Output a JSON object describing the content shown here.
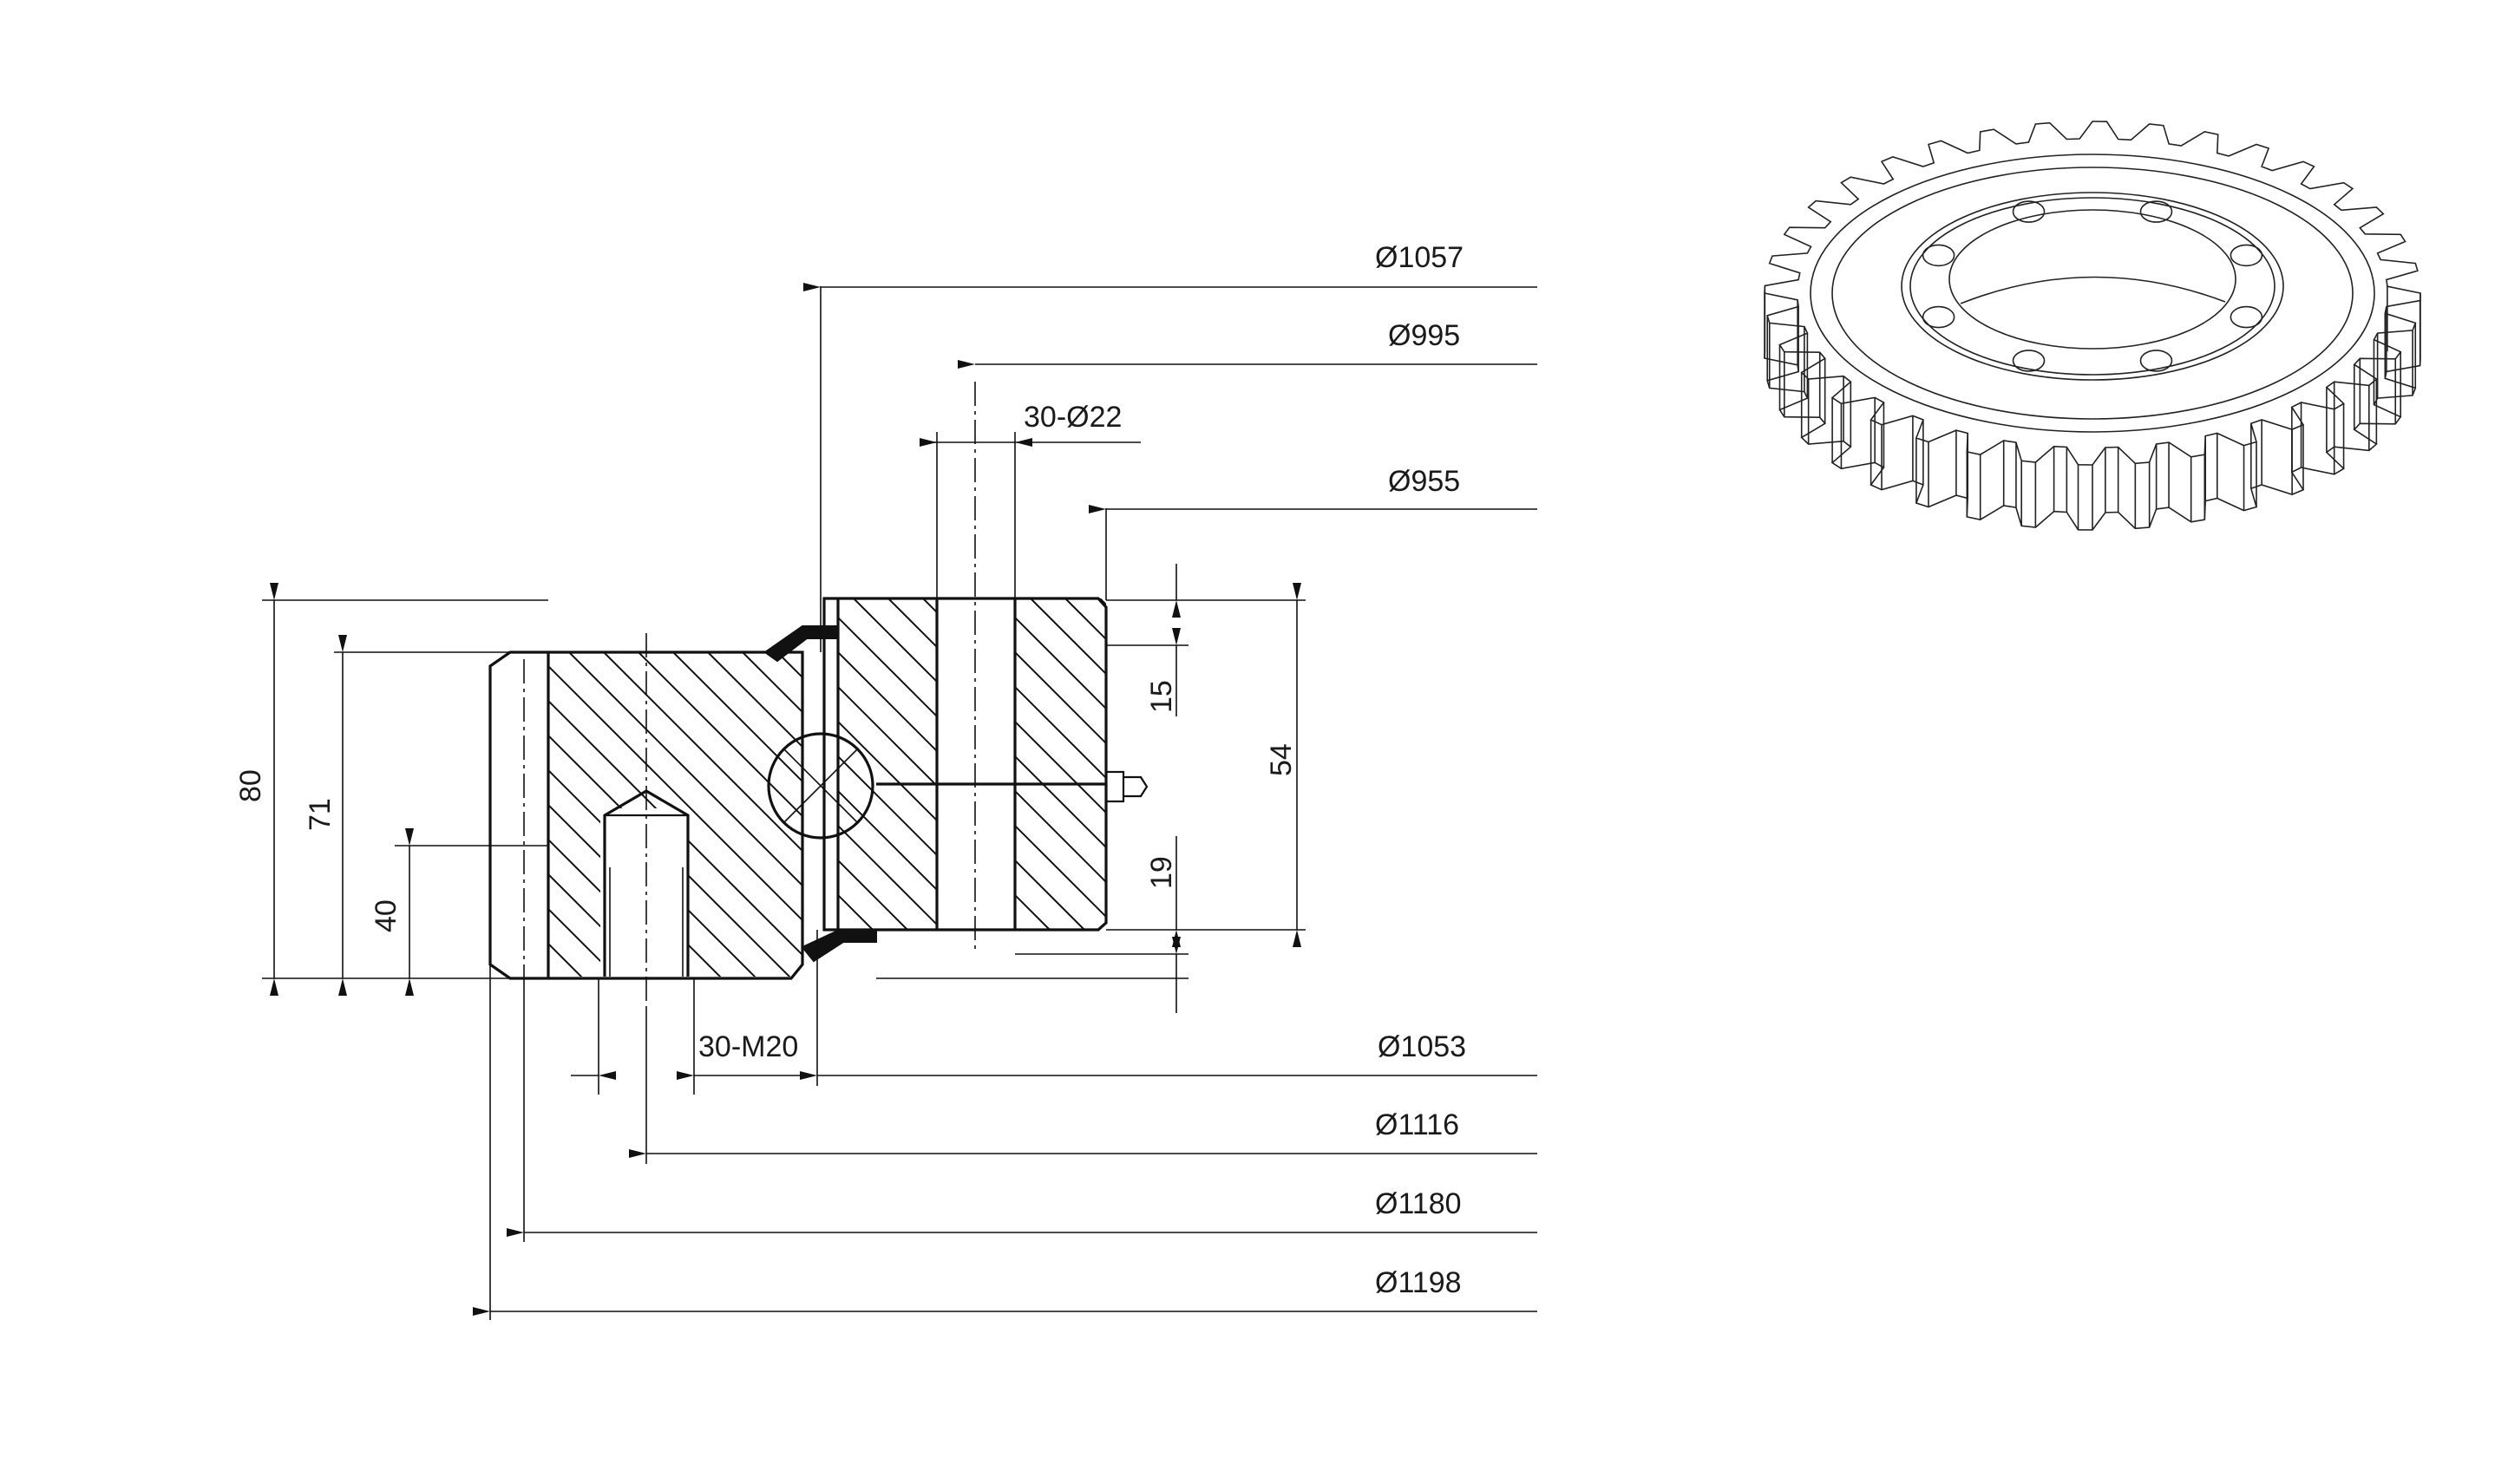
{
  "dimensions": {
    "d1057": "Ø1057",
    "d995": "Ø995",
    "holes_inner": "30-Ø22",
    "d955": "Ø955",
    "h80": "80",
    "h71": "71",
    "h40": "40",
    "h15": "15",
    "h54": "54",
    "h19": "19",
    "holes_outer": "30-M20",
    "d1053": "Ø1053",
    "d1116": "Ø1116",
    "d1180": "Ø1180",
    "d1198": "Ø1198"
  },
  "gear": {
    "teeth": 36,
    "mounting_holes": 8
  }
}
